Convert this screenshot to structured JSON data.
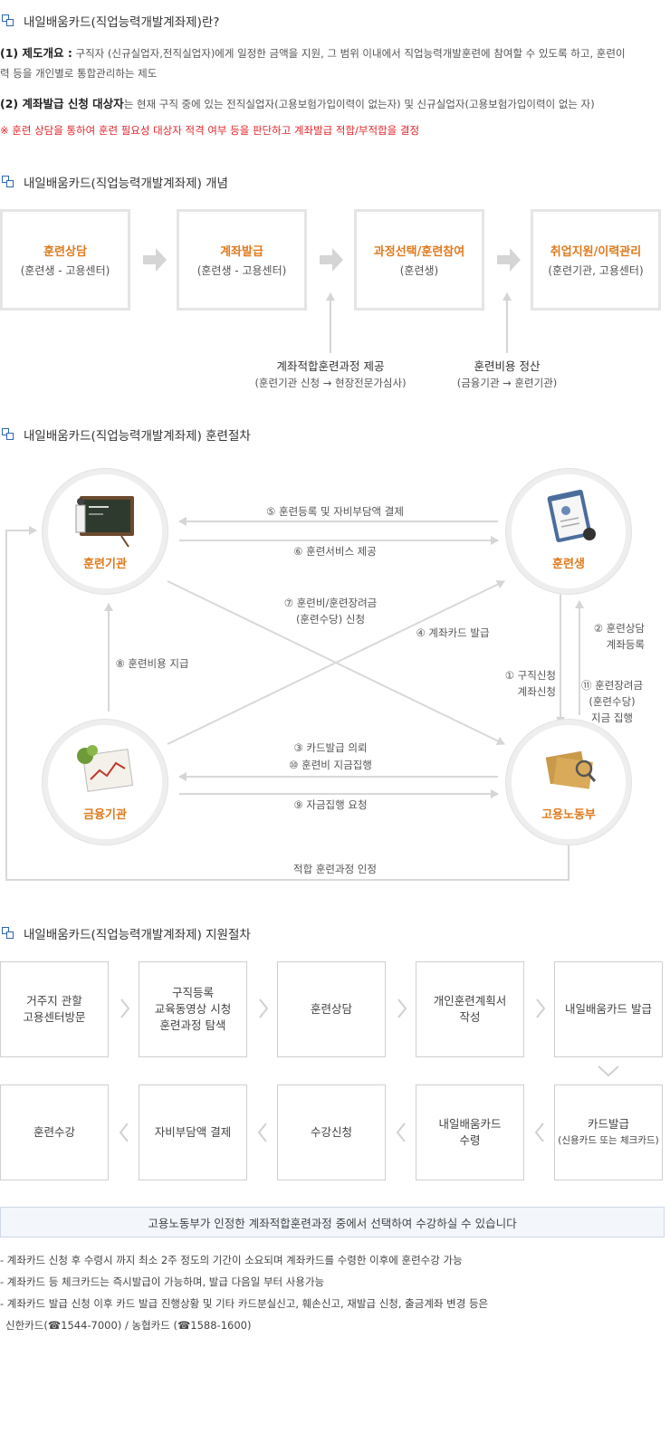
{
  "sec1": {
    "title": "내일배움카드(직업능력개발계좌제)란?",
    "p1_label": "(1) 제도개요 :",
    "p1_text1": " 구직자 (신규실업자,전직실업자)에게 일정한 금액을 지원, 그 범위 이내에서 직업능력개발훈련에 참여할 수 있도록 하고, 훈련이",
    "p1_text2": "력 등을 개인별로 통합관리하는 제도",
    "p2_label": "(2) 계좌발급 신청 대상자",
    "p2_text": "는 현재 구직 중에 있는 전직실업자(고용보험가입이력이 없는자) 및 신규실업자(고용보험가입이력이 없는 자)",
    "warn": "※ 훈련 상담을 통하여 훈련 필요성 대상자 적격 여부 등을 판단하고 계좌발급 적합/부적합을 결정"
  },
  "sec2": {
    "title": "내일배움카드(직업능력개발계좌제) 개념",
    "boxes": [
      {
        "title": "훈련상담",
        "sub": "(훈련생 - 고용센터)"
      },
      {
        "title": "계좌발급",
        "sub": "(훈련생 - 고용센터)"
      },
      {
        "title": "과정선택/훈련참여",
        "sub": "(훈련생)"
      },
      {
        "title": "취업지원/이력관리",
        "sub": "(훈련기관, 고용센터)"
      }
    ],
    "note1_title": "계좌적합훈련과정 제공",
    "note1_sub": "(훈련기관 신청 → 현장전문가심사)",
    "note2_title": "훈련비용 정산",
    "note2_sub": "(금융기관 → 훈련기관)"
  },
  "sec3": {
    "title": "내일배움카드(직업능력개발계좌제) 훈련절차",
    "nodes": {
      "inst": "훈련기관",
      "trainee": "훈련생",
      "bank": "금융기관",
      "ministry": "고용노동부"
    },
    "f5": "⑤ 훈련등록 및 자비부담액 결제",
    "f6": "⑥ 훈련서비스 제공",
    "f7a": "⑦ 훈련비/훈련장려금",
    "f7b": "(훈련수당) 신청",
    "f4": "④ 계좌카드 발급",
    "f8": "⑧ 훈련비용 지급",
    "f1a": "① 구직신청",
    "f1b": "계좌신청",
    "f2a": "② 훈련상담",
    "f2b": "계좌등록",
    "f11a": "⑪ 훈련장려금",
    "f11b": "(훈련수당)",
    "f11c": "지금 집행",
    "f3": "③ 카드발급 의뢰",
    "f10": "⑩ 훈련비 지금집행",
    "f9": "⑨ 자금집행 요청",
    "bottom": "적합 훈련과정 인정"
  },
  "sec4": {
    "title": "내일배움카드(직업능력개발계좌제) 지원절차",
    "row1": [
      [
        "거주지 관할",
        "고용센터방문"
      ],
      [
        "구직등록",
        "교육동영상 시청",
        "훈련과정 탐색"
      ],
      [
        "훈련상담"
      ],
      [
        "개인훈련계획서",
        "작성"
      ],
      [
        "내일배움카드 발급"
      ]
    ],
    "row2": [
      [
        "훈련수강"
      ],
      [
        "자비부담액 결제"
      ],
      [
        "수강신청"
      ],
      [
        "내일배움카드",
        "수령"
      ],
      [
        "카드발급"
      ]
    ],
    "row2_last_small": "(신용카드 또는 체크카드)",
    "notice": "고용노동부가 인정한 계좌적합훈련과정 중에서 선택하여 수강하실 수 있습니다",
    "notes": [
      "- 계좌카드 신청 후 수령시 까지 최소 2주 정도의 기간이 소요되며 계좌카드를 수령한 이후에 훈련수강 가능",
      "- 계좌카드 등 체크카드는 즉시발급이 가능하며, 발급 다음일 부터 사용가능",
      "- 계좌카드 발급 신청 이후 카드 발급 진행상황 및 기타 카드분실신고, 훼손신고, 재발급 신청, 출금계좌 변경 등은"
    ],
    "contact": "신한카드(☎1544-7000) / 농협카드 (☎1588-1600)"
  }
}
